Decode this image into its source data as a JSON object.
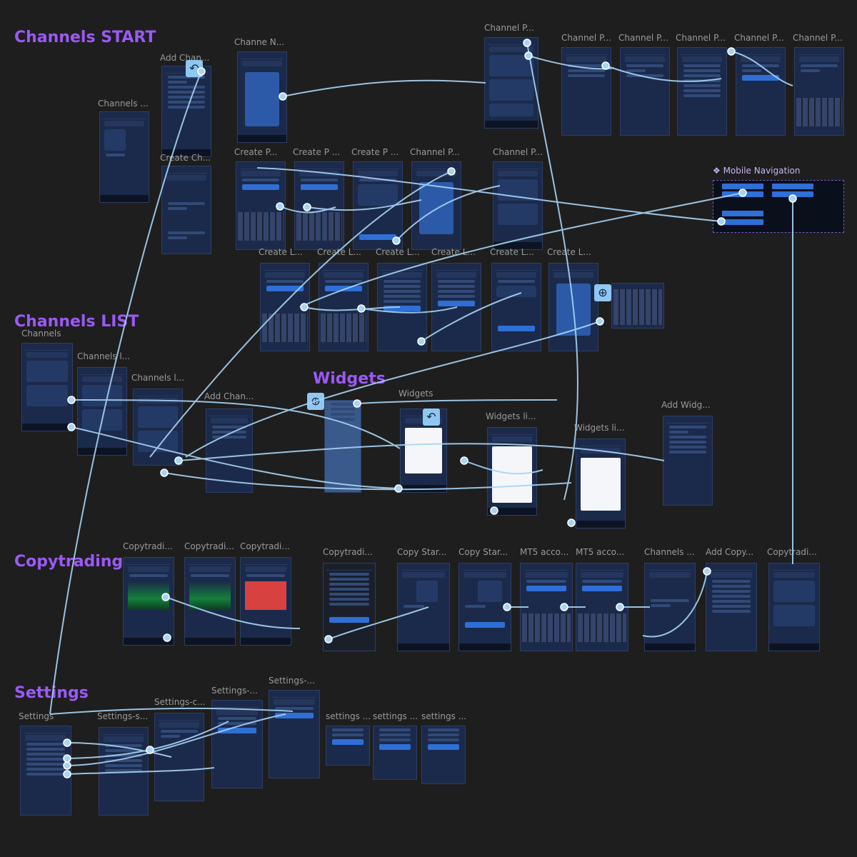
{
  "sections": {
    "channels_start": "Channels START",
    "channels_list": "Channels LIST",
    "widgets": "Widgets",
    "copytrading": "Copytrading",
    "settings": "Settings"
  },
  "mobile_navigation_label": "❖ Mobile Navigation",
  "frame_labels": {
    "add_chan": "Add Chan...",
    "channe_n": "Channe N...",
    "channels_1": "Channels ...",
    "create_ch": "Create Ch...",
    "channel_p_1": "Channel P...",
    "channel_p_2": "Channel P...",
    "channel_p_3": "Channel P...",
    "channel_p_4": "Channel P...",
    "channel_p_5": "Channel P...",
    "channel_p_6": "Channel P...",
    "create_p_1": "Create P...",
    "create_p_2": "Create P ...",
    "create_p_3": "Create P ...",
    "channel_p_7": "Channel P...",
    "channel_p_8": "Channel P...",
    "create_l_1": "Create L...",
    "create_l_2": "Create L...",
    "create_l_3": "Create L...",
    "create_l_4": "Create L...",
    "create_l_5": "Create L...",
    "create_l_6": "Create L...",
    "channels_list_1": "Channels",
    "channels_list_2": "Channels l...",
    "channels_list_3": "Channels l...",
    "add_chan_2": "Add Chan...",
    "widgets_1": "Widgets",
    "widgets_li": "Widgets li...",
    "widgets_li_2": "Widgets li...",
    "add_widg": "Add Widg...",
    "copytradi_1": "Copytradi...",
    "copytradi_2": "Copytradi...",
    "copytradi_3": "Copytradi...",
    "copytradi_4": "Copytradi...",
    "copy_star_1": "Copy Star...",
    "copy_star_2": "Copy Star...",
    "mt5_1": "MT5 acco...",
    "mt5_2": "MT5 acco...",
    "channels_2": "Channels ...",
    "add_copy": "Add Copy...",
    "copytradi_5": "Copytradi...",
    "settings_1": "Settings",
    "settings_s": "Settings-s...",
    "settings_c": "Settings-c...",
    "settings_d": "Settings-...",
    "settings_e": "Settings-...",
    "settings_f": "settings ...",
    "settings_g": "settings ...",
    "settings_h": "settings ..."
  },
  "colors": {
    "background": "#1e1e1e",
    "section_title": "#9b59f5",
    "phone_bg": "#1b2a4a",
    "accent_blue": "#2f6fd6",
    "link_line": "#a8d4f5"
  }
}
